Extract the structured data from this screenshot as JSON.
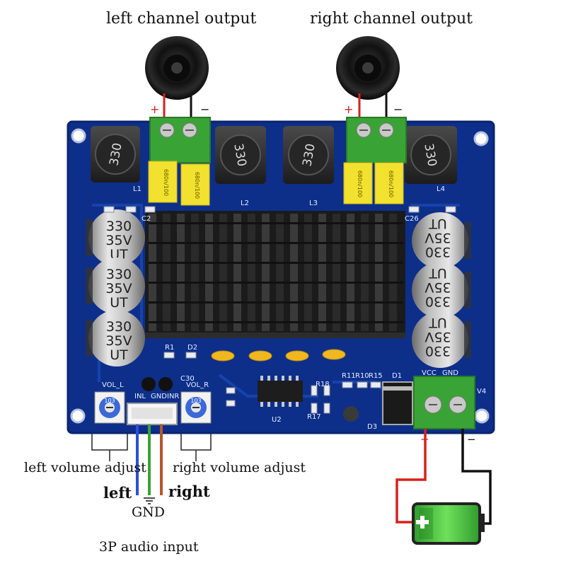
{
  "labels": {
    "left_output": "left channel output",
    "right_output": "right channel output",
    "left_volume": "left volume adjust",
    "right_volume": "right volume adjust",
    "left": "left",
    "right": "right",
    "gnd": "GND",
    "audio_input": "3P audio input",
    "plus": "+",
    "minus": "−"
  },
  "board": {
    "inductor_code": "330",
    "cap_lines": [
      "330",
      "35V",
      "UT"
    ],
    "film_cap_text": "680n/100",
    "vol_l": "VOL_L",
    "vol_r": "VOL_R",
    "inl": "INL",
    "gnd": "GND",
    "inr": "INR",
    "vcc": "VCC",
    "gnd_pwr": "GND",
    "pot_code": "103",
    "silk": [
      "L1",
      "L2",
      "L3",
      "L4",
      "C2",
      "C26",
      "C30",
      "R1",
      "D2",
      "R11",
      "R10",
      "R15",
      "D1",
      "R18",
      "R17",
      "D3",
      "U2",
      "V4"
    ]
  },
  "colors": {
    "pcb": "#0d2f8a",
    "heatsink": "#1b1b1b",
    "terminal": "#3aa335",
    "film_cap": "#f2e12e",
    "wire_left": "#2a4fd8",
    "wire_gnd": "#3aa335",
    "wire_right": "#b5582a",
    "wire_power_pos": "#d9201a",
    "battery": "#3cb93a"
  },
  "icons": [
    "speaker-icon",
    "battery-icon"
  ]
}
